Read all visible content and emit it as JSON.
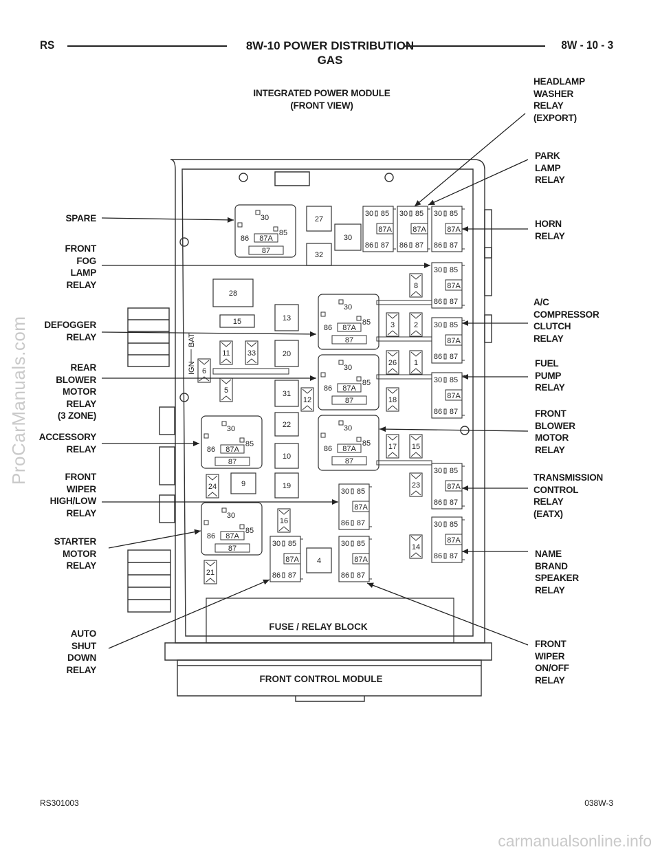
{
  "header": {
    "left": "RS",
    "title_line1": "8W-10 POWER DISTRIBUTION",
    "title_line2": "GAS",
    "right": "8W - 10 - 3"
  },
  "figure": {
    "module_title": "INTEGRATED POWER MODULE\n(FRONT VIEW)",
    "fuse_block_label": "FUSE / RELAY BLOCK",
    "front_control_label": "FRONT CONTROL MODULE",
    "ign_label": "IGN",
    "bat_label": "BAT"
  },
  "callouts": {
    "left": [
      "SPARE",
      "FRONT\nFOG\nLAMP\nRELAY",
      "DEFOGGER\nRELAY",
      "REAR\nBLOWER\nMOTOR\nRELAY\n(3 ZONE)",
      "ACCESSORY\nRELAY",
      "FRONT\nWIPER\nHIGH/LOW\nRELAY",
      "STARTER\nMOTOR\nRELAY",
      "AUTO\nSHUT\nDOWN\nRELAY"
    ],
    "right": [
      "HEADLAMP\nWASHER\nRELAY\n(EXPORT)",
      "PARK\nLAMP\nRELAY",
      "HORN\nRELAY",
      "A/C\nCOMPRESSOR\nCLUTCH\nRELAY",
      "FUEL\nPUMP\nRELAY",
      "FRONT\nBLOWER\nMOTOR\nRELAY",
      "TRANSMISSION\nCONTROL\nRELAY\n(EATX)",
      "NAME\nBRAND\nSPEAKER\nRELAY",
      "FRONT\nWIPER\nON/OFF\nRELAY"
    ]
  },
  "relay_pins": {
    "large": [
      "30",
      "85",
      "86",
      "87A",
      "87"
    ],
    "small": [
      "30",
      "85",
      "87A",
      "86",
      "87"
    ]
  },
  "fuses": [
    "27",
    "30",
    "32",
    "28",
    "13",
    "15",
    "20",
    "11",
    "33",
    "6",
    "5",
    "31",
    "12",
    "22",
    "10",
    "19",
    "9",
    "24",
    "16",
    "21",
    "4",
    "8",
    "3",
    "2",
    "26",
    "1",
    "18",
    "17",
    "15",
    "23",
    "14"
  ],
  "footer": {
    "left": "RS301003",
    "right": "038W-3"
  },
  "watermarks": {
    "side": "ProCarManuals.com",
    "bottom": "carmanualsonline.info"
  }
}
